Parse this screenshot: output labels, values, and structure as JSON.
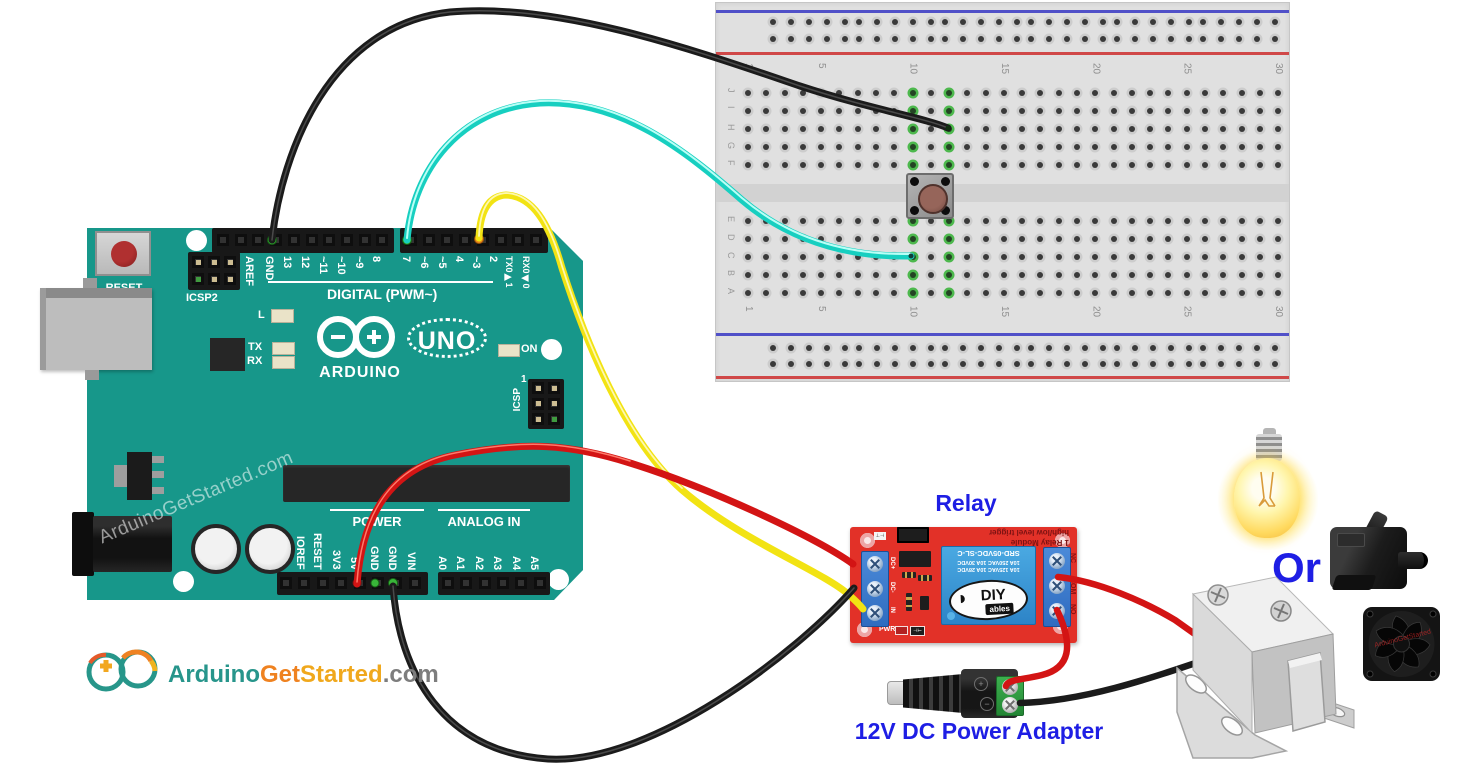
{
  "colors": {
    "label_blue": "#1e1ee4",
    "board_teal": "#17978a",
    "relay_red": "#e23128",
    "breadboard_gray": "#e0e0e0",
    "terminal_blue": "#3b7fd0",
    "adapter_green": "#2f9e3f",
    "wire_black": "#1b1b1b",
    "wire_red": "#d31414",
    "wire_yellow": "#f2e313",
    "wire_cyan": "#17cfc0"
  },
  "branding": {
    "watermark": "ArduinoGetStarted.com",
    "logo_arduino": "Arduino",
    "logo_get": "Get",
    "logo_started": "Started",
    "logo_com": ".com"
  },
  "labels": {
    "relay": "Relay",
    "adapter": "12V DC Power Adapter",
    "or": "Or"
  },
  "arduino": {
    "reset": "RESET",
    "icsp2": "ICSP2",
    "icsp": "ICSP",
    "icsp_pin1": "1",
    "digital_section": "DIGITAL (PWM~)",
    "digital_pins_left": [
      "AREF",
      "GND",
      "13",
      "12",
      "~11",
      "~10",
      "~9",
      "8"
    ],
    "digital_pins_right": [
      "7",
      "~6",
      "~5",
      "4",
      "~3",
      "2",
      "TX0▶1",
      "RX0◀0"
    ],
    "led_l": "L",
    "led_tx": "TX",
    "led_rx": "RX",
    "led_on": "ON",
    "logo_text": "ARDUINO",
    "logo_uno": "UNO",
    "power_section": "POWER",
    "analog_section": "ANALOG IN",
    "power_pins": [
      "IOREF",
      "RESET",
      "3V3",
      "5V",
      "GND",
      "GND",
      "VIN"
    ],
    "analog_pins": [
      "A0",
      "A1",
      "A2",
      "A3",
      "A4",
      "A5"
    ]
  },
  "breadboard": {
    "row_letters_top": [
      "J",
      "I",
      "H",
      "G",
      "F"
    ],
    "row_letters_bottom": [
      "E",
      "D",
      "C",
      "B",
      "A"
    ],
    "column_numbers": [
      "1",
      "5",
      "10",
      "15",
      "20",
      "25",
      "30"
    ]
  },
  "relay_module": {
    "title_lines": [
      "1 Relay Module",
      "high/low level trigger"
    ],
    "relay_text": [
      "SRD-05VDC-SL-C",
      "10A 250VAC 10A 30VDC",
      "10A 125VAC 10A 28VDC"
    ],
    "brand_diy": "DIY",
    "brand_ables": "ables",
    "left_terminals": [
      "DC+",
      "DC-",
      "IN"
    ],
    "right_terminals": [
      "NC",
      "COM",
      "NO"
    ],
    "pwr": "PWR"
  }
}
